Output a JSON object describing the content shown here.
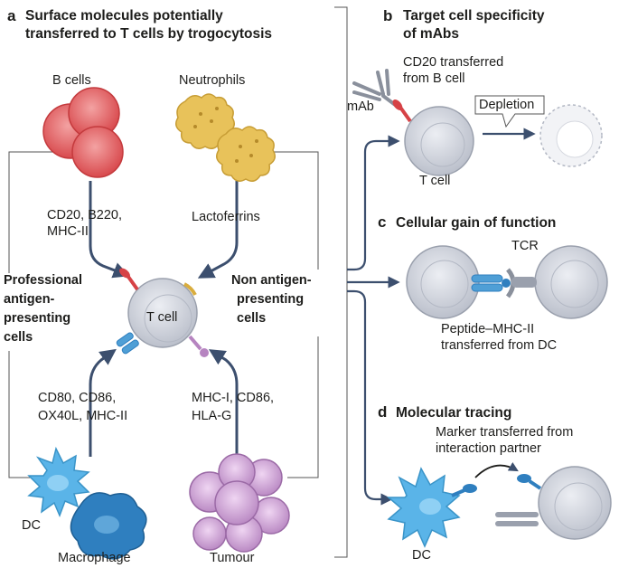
{
  "panel_a": {
    "letter": "a",
    "title_line1": "Surface molecules potentially",
    "title_line2": "transferred to T cells by trogocytosis",
    "b_cells": "B cells",
    "neutrophils": "Neutrophils",
    "b_markers_1": "CD20, B220,",
    "b_markers_2": "MHC-II",
    "lactoferrins": "Lactoferrins",
    "professional_1": "Professional",
    "professional_2": "antigen-",
    "professional_3": "presenting",
    "professional_4": "cells",
    "non_1": "Non antigen-",
    "non_2": "presenting",
    "non_3": "cells",
    "t_cell": "T cell",
    "dc_markers_1": "CD80, CD86,",
    "dc_markers_2": "OX40L, MHC-II",
    "tumour_markers_1": "MHC-I, CD86,",
    "tumour_markers_2": "HLA-G",
    "dc": "DC",
    "macrophage": "Macrophage",
    "tumour": "Tumour"
  },
  "panel_b": {
    "letter": "b",
    "title_line1": "Target cell specificity",
    "title_line2": "of mAbs",
    "cd20_1": "CD20 transferred",
    "cd20_2": "from B cell",
    "mab": "mAb",
    "depletion": "Depletion",
    "t_cell": "T cell"
  },
  "panel_c": {
    "letter": "c",
    "title": "Cellular gain of function",
    "tcr": "TCR",
    "peptide_1": "Peptide–MHC-II",
    "peptide_2": "transferred from DC"
  },
  "panel_d": {
    "letter": "d",
    "title": "Molecular tracing",
    "marker_1": "Marker transferred from",
    "marker_2": "interaction partner",
    "dc": "DC"
  },
  "colors": {
    "arrow": "#3c4f6e",
    "grey_cell": "#c9ccd6",
    "b_cell": "#e0575a",
    "neutrophil": "#e8c25a",
    "dc": "#5ab4e8",
    "tumour": "#c99bd0",
    "macrophage": "#2f7fbf",
    "receptor_blue": "#4f9fd6",
    "receptor_grey": "#9aa0ad"
  }
}
